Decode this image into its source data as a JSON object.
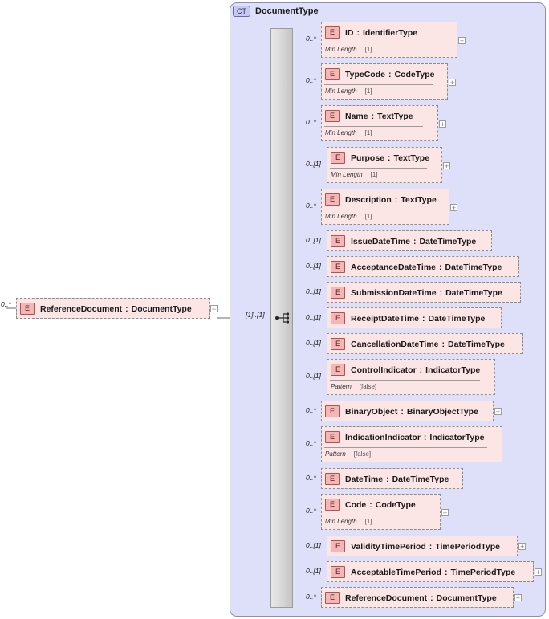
{
  "root": {
    "badge": "E",
    "name": "ReferenceDocument",
    "sep": ":",
    "type": "DocumentType",
    "cardinality": "0..*",
    "collapse_icon": "minus-icon"
  },
  "complex_type": {
    "badge": "CT",
    "name": "DocumentType",
    "sequence_cardinality": "[1]..[1]",
    "sequence_icon": "sequence-icon"
  },
  "elements": [
    {
      "badge": "E",
      "name": "ID",
      "sep": ":",
      "type": "IdentifierType",
      "cardinality": "0..*",
      "facet": "Min Length",
      "facet_value": "[1]",
      "expand": "+"
    },
    {
      "badge": "E",
      "name": "TypeCode",
      "sep": ":",
      "type": "CodeType",
      "cardinality": "0..*",
      "facet": "Min Length",
      "facet_value": "[1]",
      "expand": "+"
    },
    {
      "badge": "E",
      "name": "Name",
      "sep": ":",
      "type": "TextType",
      "cardinality": "0..*",
      "facet": "Min Length",
      "facet_value": "[1]",
      "expand": "+"
    },
    {
      "badge": "E",
      "name": "Purpose",
      "sep": ":",
      "type": "TextType",
      "cardinality": "0..[1]",
      "facet": "Min Length",
      "facet_value": "[1]",
      "expand": "+"
    },
    {
      "badge": "E",
      "name": "Description",
      "sep": ":",
      "type": "TextType",
      "cardinality": "0..*",
      "facet": "Min Length",
      "facet_value": "[1]",
      "expand": "+"
    },
    {
      "badge": "E",
      "name": "IssueDateTime",
      "sep": ":",
      "type": "DateTimeType",
      "cardinality": "0..[1]"
    },
    {
      "badge": "E",
      "name": "AcceptanceDateTime",
      "sep": ":",
      "type": "DateTimeType",
      "cardinality": "0..[1]"
    },
    {
      "badge": "E",
      "name": "SubmissionDateTime",
      "sep": ":",
      "type": "DateTimeType",
      "cardinality": "0..[1]"
    },
    {
      "badge": "E",
      "name": "ReceiptDateTime",
      "sep": ":",
      "type": "DateTimeType",
      "cardinality": "0..[1]"
    },
    {
      "badge": "E",
      "name": "CancellationDateTime",
      "sep": ":",
      "type": "DateTimeType",
      "cardinality": "0..[1]"
    },
    {
      "badge": "E",
      "name": "ControlIndicator",
      "sep": ":",
      "type": "IndicatorType",
      "cardinality": "0..[1]",
      "facet": "Pattern",
      "facet_value": "[false]"
    },
    {
      "badge": "E",
      "name": "BinaryObject",
      "sep": ":",
      "type": "BinaryObjectType",
      "cardinality": "0..*",
      "expand": "+"
    },
    {
      "badge": "E",
      "name": "IndicationIndicator",
      "sep": ":",
      "type": "IndicatorType",
      "cardinality": "0..*",
      "facet": "Pattern",
      "facet_value": "[false]"
    },
    {
      "badge": "E",
      "name": "DateTime",
      "sep": ":",
      "type": "DateTimeType",
      "cardinality": "0..*"
    },
    {
      "badge": "E",
      "name": "Code",
      "sep": ":",
      "type": "CodeType",
      "cardinality": "0..*",
      "facet": "Min Length",
      "facet_value": "[1]",
      "expand": "+"
    },
    {
      "badge": "E",
      "name": "ValidityTimePeriod",
      "sep": ":",
      "type": "TimePeriodType",
      "cardinality": "0..[1]",
      "expand": "+"
    },
    {
      "badge": "E",
      "name": "AcceptableTimePeriod",
      "sep": ":",
      "type": "TimePeriodType",
      "cardinality": "0..[1]",
      "expand": "+"
    },
    {
      "badge": "E",
      "name": "ReferenceDocument",
      "sep": ":",
      "type": "DocumentType",
      "cardinality": "0..*",
      "expand": "+"
    }
  ]
}
